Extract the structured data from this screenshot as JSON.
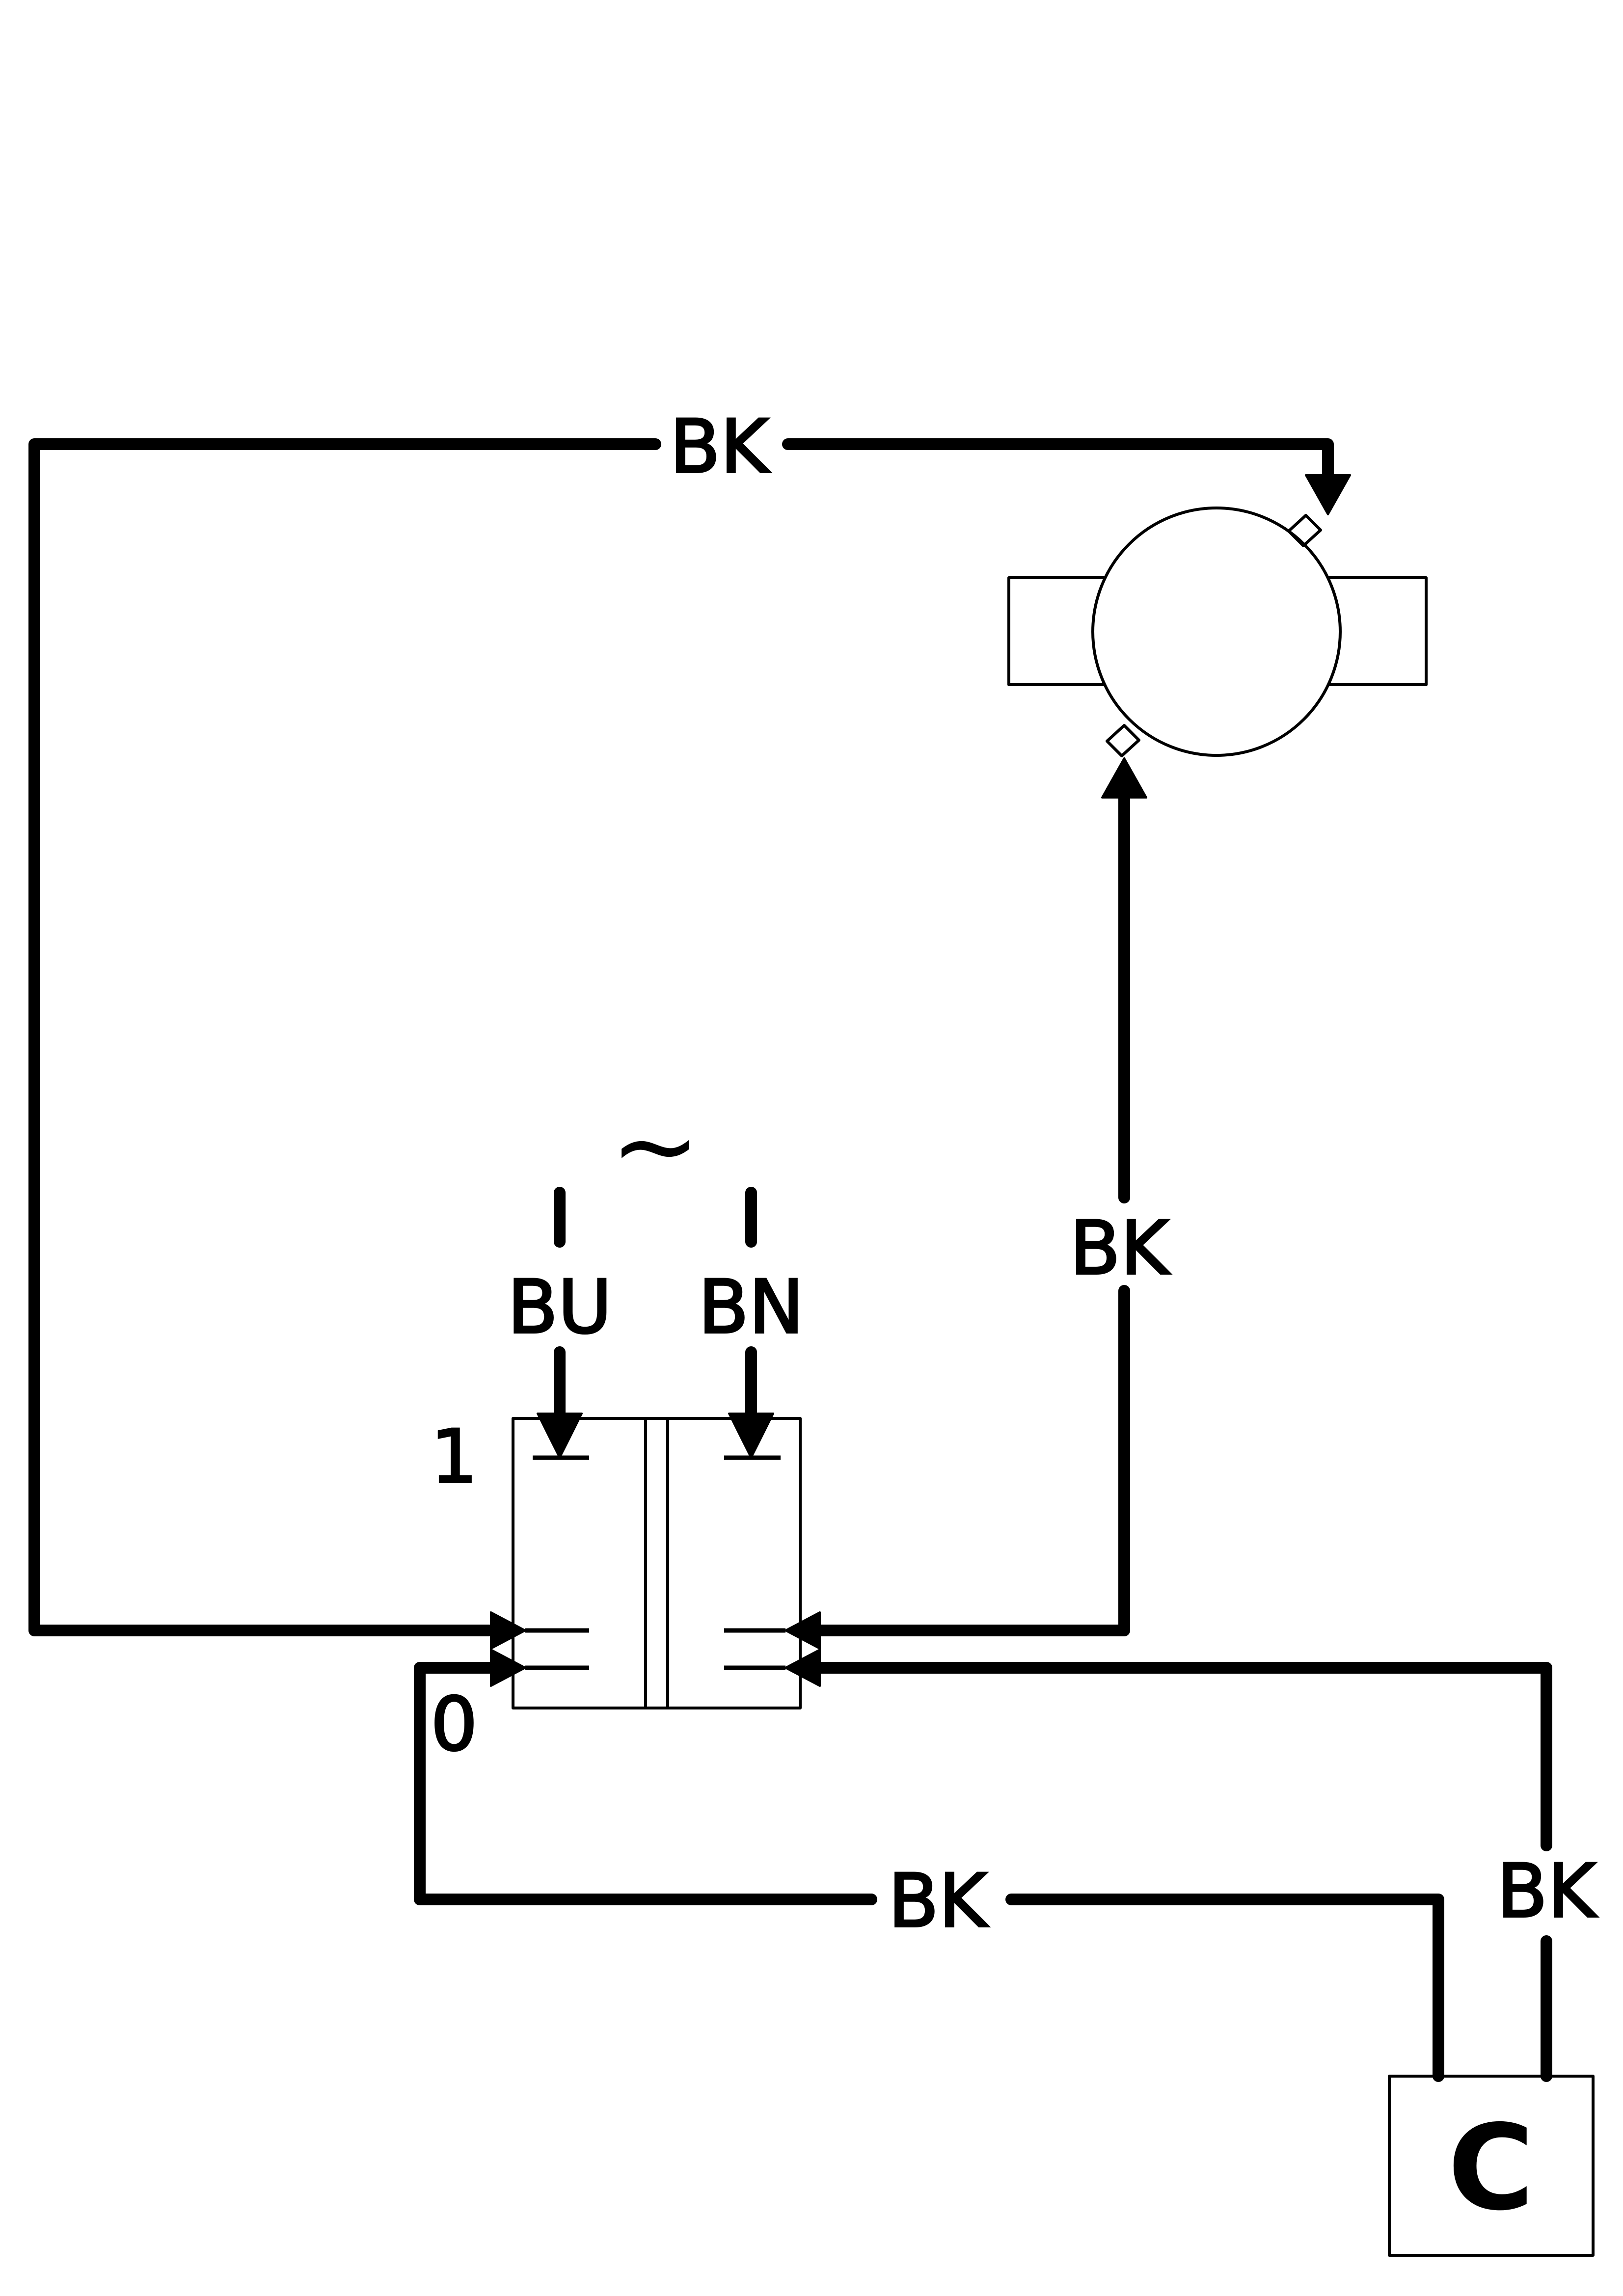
{
  "wire_labels": {
    "top": "BK",
    "right_vertical": "BK",
    "bottom": "BK",
    "far_right": "BK",
    "supply_left": "BU",
    "supply_right": "BN"
  },
  "switch": {
    "position_on": "1",
    "position_off": "0",
    "ac_symbol": "~"
  },
  "component_c": {
    "label": "C"
  },
  "colors": {
    "ink": "#000000",
    "background": "#ffffff"
  }
}
